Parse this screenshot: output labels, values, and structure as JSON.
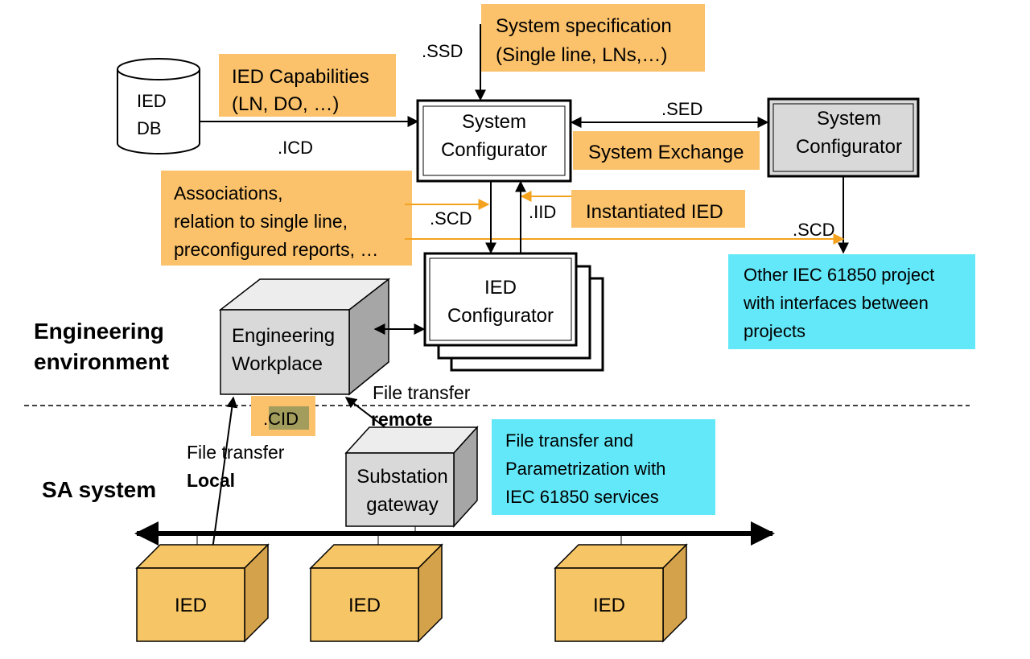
{
  "colors": {
    "orange_label": "#FBC26B",
    "cyan_note": "#63E8F9",
    "ied_box": "#F6C565",
    "ied_box_side": "#D4A24A",
    "gray_box": "#D9D9D9",
    "orange_arrow": "#F4A21D"
  },
  "db": {
    "line1": "IED",
    "line2": "DB"
  },
  "ied_capabilities": {
    "line1": "IED Capabilities",
    "line2": "(LN, DO, …)"
  },
  "system_spec": {
    "line1": "System specification",
    "line2": "(Single line, LNs,…)"
  },
  "system_configurator": {
    "line1": "System",
    "line2": "Configurator"
  },
  "system_configurator_2": {
    "line1": "System",
    "line2": "Configurator"
  },
  "system_exchange": "System Exchange",
  "associations": {
    "line1": "Associations,",
    "line2": "relation to single line,",
    "line3": "preconfigured reports, …"
  },
  "instantiated_ied": "Instantiated IED",
  "ied_configurator": {
    "line1": "IED",
    "line2": "Configurator"
  },
  "other_project": {
    "line1": "Other IEC 61850 project",
    "line2": "with interfaces between",
    "line3": "projects"
  },
  "engineering_env": {
    "line1": "Engineering",
    "line2": "environment"
  },
  "engineering_workplace": {
    "line1": "Engineering",
    "line2": "Workplace"
  },
  "sa_system": "SA system",
  "file_transfer_remote": {
    "line1": "File transfer",
    "line2": "remote"
  },
  "file_transfer_local": {
    "line1": "File transfer",
    "line2": "Local"
  },
  "substation_gateway": {
    "line1": "Substation",
    "line2": "gateway"
  },
  "parametrization_note": {
    "line1": "File transfer and",
    "line2": "Parametrization with",
    "line3": "IEC 61850 services"
  },
  "file_labels": {
    "ssd": ".SSD",
    "icd": ".ICD",
    "sed": ".SED",
    "scd": ".SCD",
    "iid": ".IID",
    "scd_other": ".SCD",
    "cid": ".CID"
  },
  "ied_devices": [
    "IED",
    "IED",
    "IED"
  ]
}
